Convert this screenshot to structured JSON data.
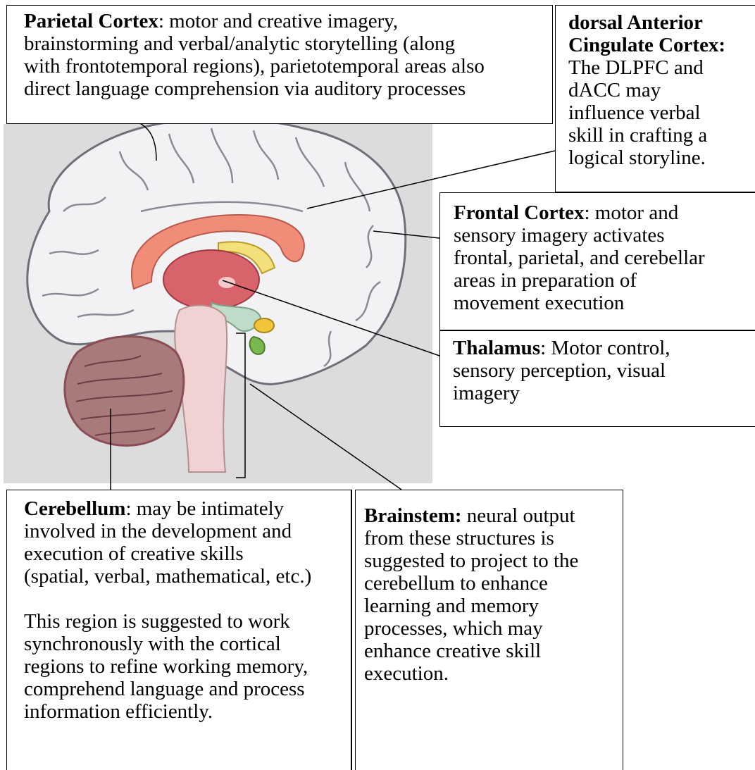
{
  "labels": {
    "parietal": {
      "title": "Parietal Cortex",
      "text_l1": ": motor and creative imagery,",
      "text_l2": "brainstorming and verbal/analytic storytelling (along",
      "text_l3": "with frontotemporal regions), parietotemporal areas also",
      "text_l4": "direct language comprehension via auditory processes"
    },
    "dacc": {
      "title_l1": "dorsal Anterior",
      "title_l2": "Cingulate Cortex:",
      "text_l1": "The DLPFC and",
      "text_l2": "dACC may",
      "text_l3": "influence verbal",
      "text_l4": "skill in crafting a",
      "text_l5": "logical storyline."
    },
    "frontal": {
      "title": "Frontal Cortex",
      "text_l1": ": motor and",
      "text_l2": "sensory imagery activates",
      "text_l3": "frontal, parietal, and cerebellar",
      "text_l4": "areas in preparation of",
      "text_l5": "movement execution"
    },
    "thalamus": {
      "title": "Thalamus",
      "text_l1": ": Motor control,",
      "text_l2": "sensory perception, visual",
      "text_l3": "imagery"
    },
    "cerebellum": {
      "title": "Cerebellum",
      "text_l1": ": may be intimately",
      "text_l2": "involved in the development and",
      "text_l3": "execution of creative skills",
      "text_l4": "(spatial, verbal, mathematical, etc.)",
      "text_p2_l1": "This region is suggested to work",
      "text_p2_l2": "synchronously with the cortical",
      "text_p2_l3": "regions to refine working memory,",
      "text_p2_l4": "comprehend language and process",
      "text_p2_l5": "information efficiently."
    },
    "brainstem": {
      "title": "Brainstem:",
      "text_l1": " neural output",
      "text_l2": "from these structures is",
      "text_l3": "suggested to project to the",
      "text_l4": "cerebellum to enhance",
      "text_l5": "learning and memory",
      "text_l6": "processes, which may",
      "text_l7": "enhance creative skill",
      "text_l8": "execution."
    }
  },
  "colors": {
    "background_panel": "#dcdcdc",
    "cortex": "#f2f2f4",
    "cortex_outline": "#6f6f7a",
    "corpus_callosum": "#f08c78",
    "thalamus": "#d9636b",
    "fornix_yellow": "#f3e07a",
    "cerebellum": "#a87a7a",
    "cerebellum_dark": "#8a4c56",
    "brainstem": "#f1d2d2",
    "hypothalamus": "#bfdcc8",
    "pituitary": "#79b84f",
    "amygdala": "#f0c53a",
    "leader_line": "#000000"
  }
}
